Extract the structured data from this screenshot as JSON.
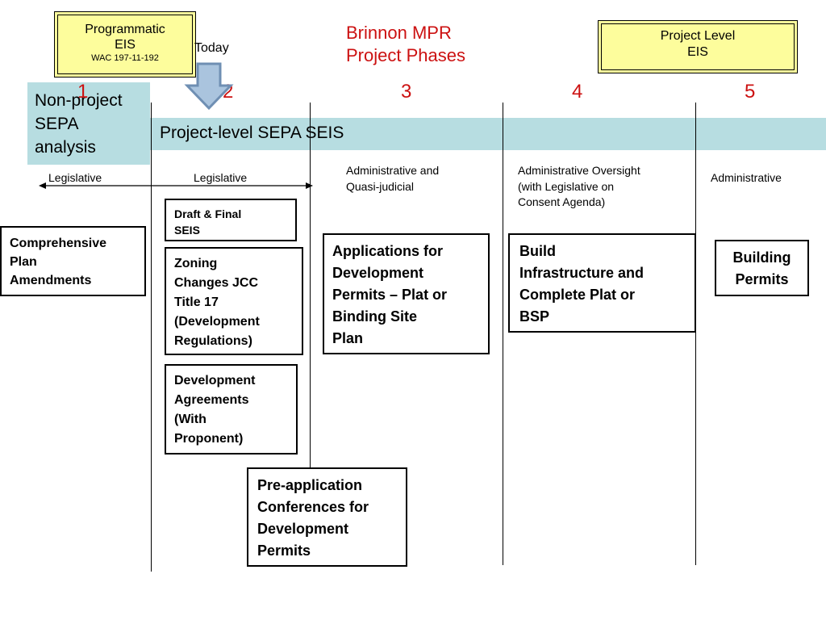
{
  "header": {
    "programmatic_line1": "Programmatic",
    "programmatic_line2": "EIS",
    "programmatic_wac": "WAC 197-11-192",
    "today": "Today",
    "title_line1": "Brinnon MPR",
    "title_line2": "Project Phases",
    "project_level_line1": "Project Level",
    "project_level_line2": "EIS"
  },
  "phases": [
    "1",
    "2",
    "3",
    "4",
    "5"
  ],
  "bands": {
    "non_project_line1": "Non-project",
    "non_project_line2": "SEPA",
    "non_project_line3": "analysis",
    "project_level_seis": "Project-level SEPA SEIS"
  },
  "categories": {
    "c1": "Legislative",
    "c2": "Legislative",
    "c3_line1": "Administrative and",
    "c3_line2": "Quasi-judicial",
    "c4_line1": "Administrative Oversight",
    "c4_line2": "(with Legislative on",
    "c4_line3": "Consent Agenda)",
    "c5": "Administrative"
  },
  "boxes": {
    "comp_plan": [
      "Comprehensive",
      "Plan",
      "Amendments"
    ],
    "draft_final": [
      "Draft & Final",
      "SEIS"
    ],
    "zoning": [
      "Zoning",
      "Changes JCC",
      "Title 17",
      "(Development",
      "Regulations)"
    ],
    "dev_agreements": [
      "Development",
      "Agreements",
      "(With",
      "Proponent)"
    ],
    "applications": [
      "Applications for",
      "Development",
      "Permits – Plat or",
      "Binding Site",
      "Plan"
    ],
    "build_infra": [
      "Build",
      "Infrastructure and",
      "Complete Plat or",
      "BSP"
    ],
    "building_permits": [
      "Building",
      "Permits"
    ],
    "pre_app": [
      "Pre-application",
      "Conferences for",
      "Development",
      "Permits"
    ]
  },
  "colors": {
    "yellow_box": "#fdfd9c",
    "band_blue": "#b7dde1",
    "title_red": "#cc1111",
    "arrow_fill": "#aac4de",
    "arrow_stroke": "#6f8fb3"
  }
}
